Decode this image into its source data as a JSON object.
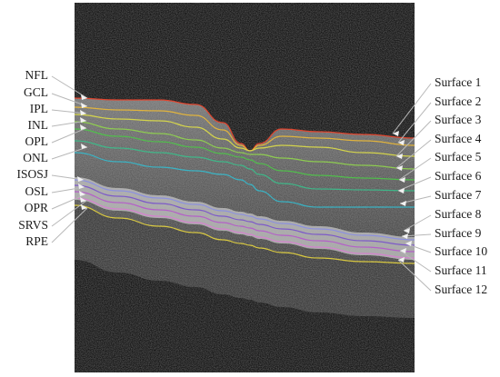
{
  "left_labels": [
    "NFL",
    "GCL",
    "IPL",
    "INL",
    "OPL",
    "ONL",
    "ISOSJ",
    "OSL",
    "OPR",
    "SRVS",
    "RPE"
  ],
  "right_labels": [
    "Surface 1",
    "Surface 2",
    "Surface 3",
    "Surface 4",
    "Surface 5",
    "Surface 6",
    "Surface 7",
    "Surface 8",
    "Surface 9",
    "Surface 10",
    "Surface 11",
    "Surface 12"
  ],
  "surface_colors": [
    "#e8452c",
    "#e6b63a",
    "#d9d94a",
    "#8fd14f",
    "#4fc24a",
    "#3dbb8a",
    "#38b7c9",
    "#8b8fe0",
    "#7a55c9",
    "#b45cc9",
    "#d67fd0",
    "#e0d040"
  ],
  "background": {
    "scan": "#141414",
    "bright_band": "#bcbcbc",
    "page": "#ffffff"
  }
}
